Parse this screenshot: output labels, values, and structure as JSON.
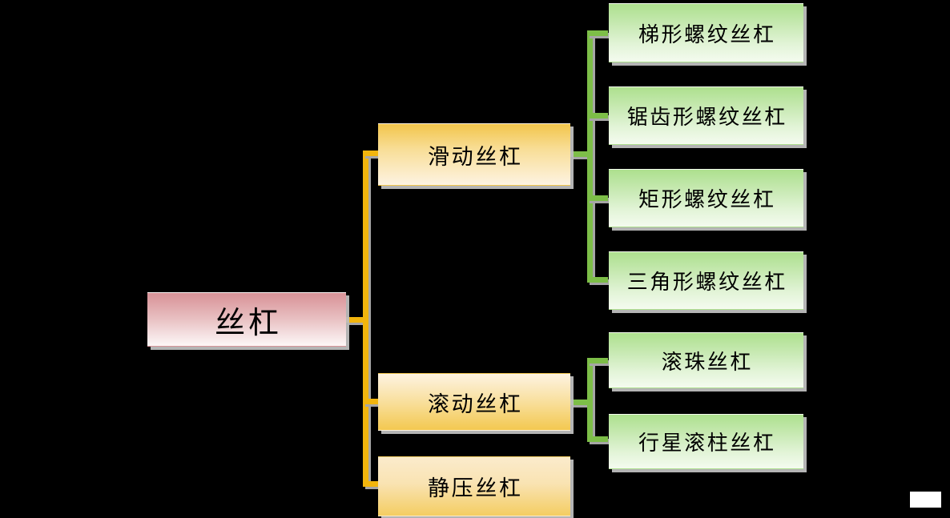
{
  "diagram": {
    "type": "mindmap-tree",
    "title_node": "丝杠",
    "orientation": "left-to-right",
    "levels": 3,
    "colors": {
      "root_fill_top": "#D89398",
      "root_fill_bottom": "#FDF7F7",
      "level2_fill_top": "#F2C54B",
      "level2_fill_bottom": "#FDF3E2",
      "leaf_fill_top": "#ABDF8B",
      "leaf_fill_bottom": "#F3FAEE",
      "gold_connector": "#F2B50D",
      "green_connector": "#7DBE48",
      "shadow": "#A6A6A6",
      "background": "#000000"
    }
  },
  "root": {
    "label": "丝杠"
  },
  "branches": [
    {
      "label": "滑动丝杠",
      "children": [
        {
          "label": "梯形螺纹丝杠"
        },
        {
          "label": "锯齿形螺纹丝杠"
        },
        {
          "label": "矩形螺纹丝杠"
        },
        {
          "label": "三角形螺纹丝杠"
        }
      ]
    },
    {
      "label": "滚动丝杠",
      "children": [
        {
          "label": "滚珠丝杠"
        },
        {
          "label": "行星滚柱丝杠"
        }
      ]
    },
    {
      "label": "静压丝杠",
      "children": []
    }
  ]
}
